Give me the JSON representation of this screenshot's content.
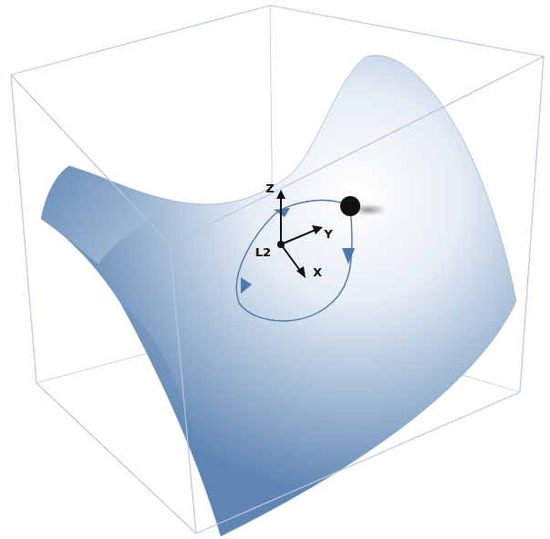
{
  "diagram": {
    "labels": [
      "Z",
      "Y",
      "L2",
      "X"
    ]
  }
}
